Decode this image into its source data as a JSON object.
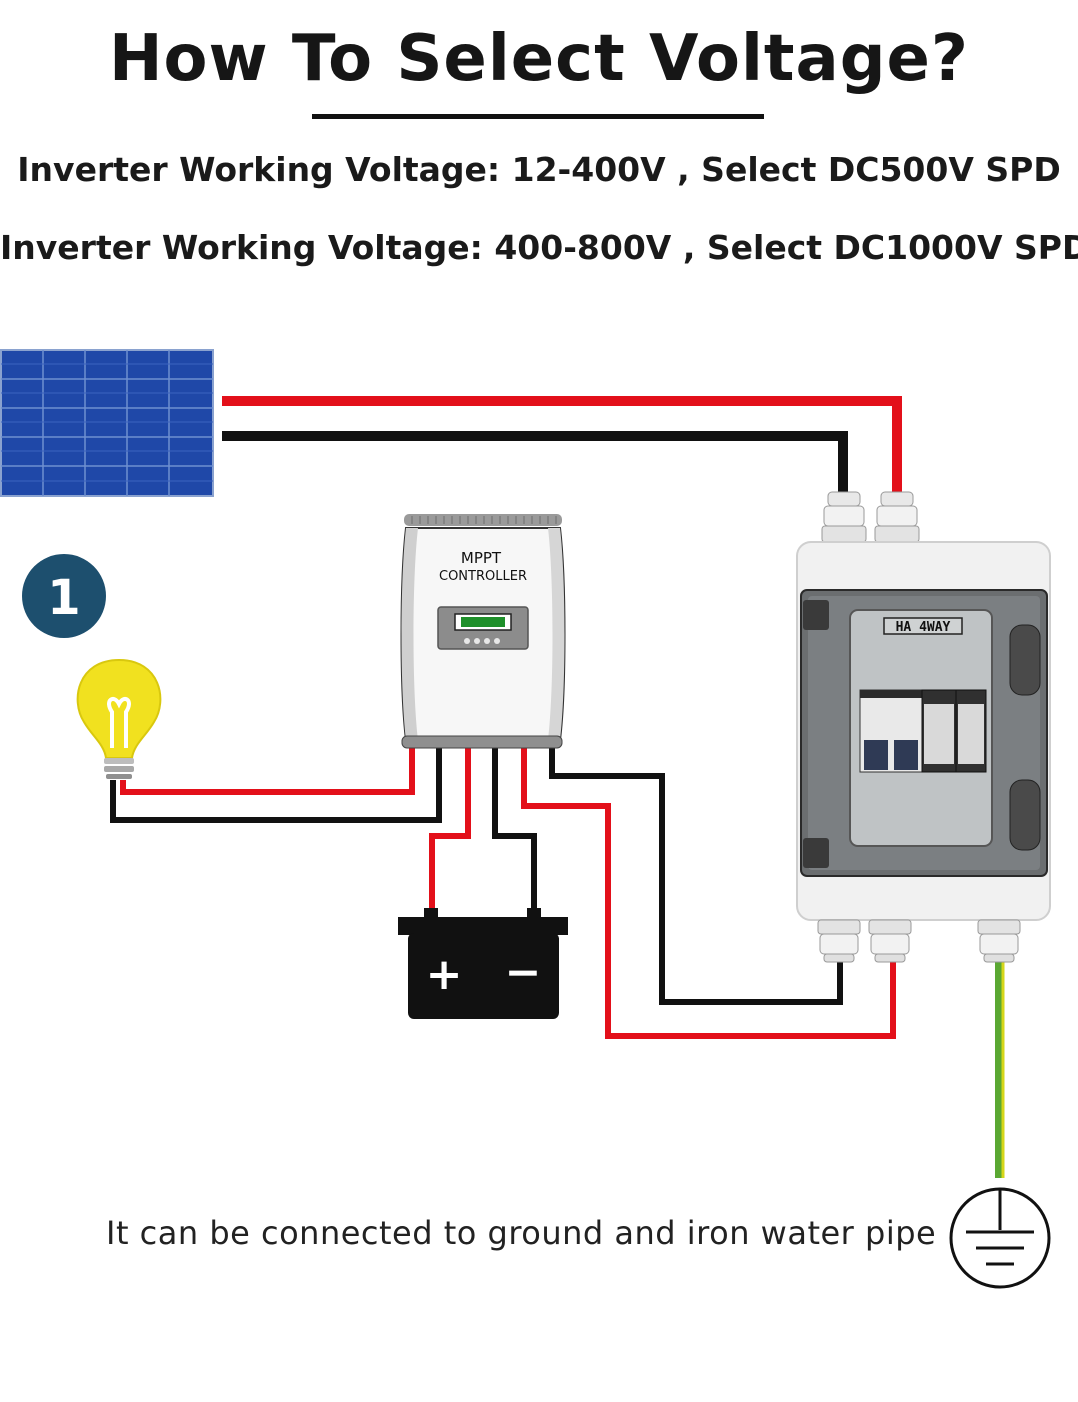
{
  "title": "How To Select Voltage?",
  "specs": [
    "Inverter Working Voltage: 12-400V , Select DC500V SPD",
    "Inverter Working Voltage: 400-800V , Select DC1000V SPD"
  ],
  "step_badge": "1",
  "controller": {
    "line1": "MPPT",
    "line2": "CONTROLLER"
  },
  "combiner_box": {
    "label": "HA 4WAY"
  },
  "battery": {
    "plus": "+",
    "minus": "−"
  },
  "ground_note": "It can be connected to ground and iron water pipe",
  "icons": [
    "solar-panel-icon",
    "light-bulb-icon",
    "mppt-controller-icon",
    "battery-icon",
    "combiner-box-icon",
    "ground-icon"
  ],
  "colors": {
    "positive_wire": "#e3101a",
    "negative_wire": "#111111",
    "ground_wire_green": "#5aa832",
    "ground_wire_yellow": "#d6d61a",
    "badge": "#1d4f6e",
    "panel": "#1f48a8",
    "bulb": "#f1e11f"
  }
}
